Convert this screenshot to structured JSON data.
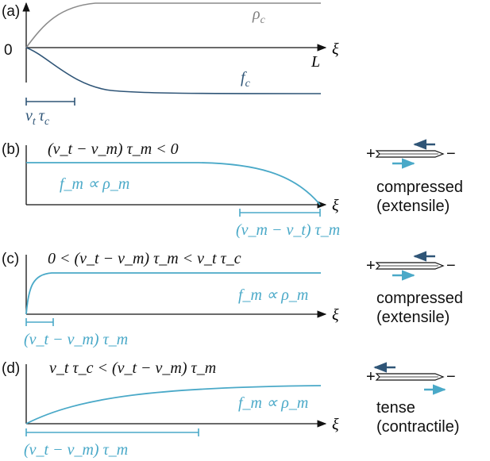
{
  "panel_a": {
    "label": "(a)",
    "zero": "0",
    "xi": "ξ",
    "L": "L",
    "rho_c": "ρ",
    "rho_c_sub": "c",
    "f_c": "f",
    "f_c_sub": "c",
    "scale_v": "v",
    "scale_v_sub": "t",
    "scale_tau": "τ",
    "scale_tau_sub": "c"
  },
  "panel_b": {
    "label": "(b)",
    "condition": "(v_t − v_m) τ_m < 0",
    "curve": "f_m ∝ ρ_m",
    "xi": "ξ",
    "scale": "(v_m − v_t) τ_m",
    "state1": "compressed",
    "state2": "(extensile)"
  },
  "panel_c": {
    "label": "(c)",
    "condition": "0 < (v_t − v_m) τ_m < v_t τ_c",
    "curve": "f_m ∝ ρ_m",
    "xi": "ξ",
    "scale": "(v_t − v_m) τ_m",
    "state1": "compressed",
    "state2": "(extensile)"
  },
  "panel_d": {
    "label": "(d)",
    "condition": "v_t τ_c < (v_t − v_m) τ_m",
    "curve": "f_m ∝ ρ_m",
    "xi": "ξ",
    "scale": "(v_t − v_m) τ_m",
    "state1": "tense",
    "state2": "(contractile)"
  },
  "signs": {
    "plus": "+",
    "minus": "−"
  },
  "colors": {
    "rho": "#8c8c8c",
    "fc": "#2f5577",
    "fm": "#4aa9c8",
    "axis": "#111111"
  }
}
